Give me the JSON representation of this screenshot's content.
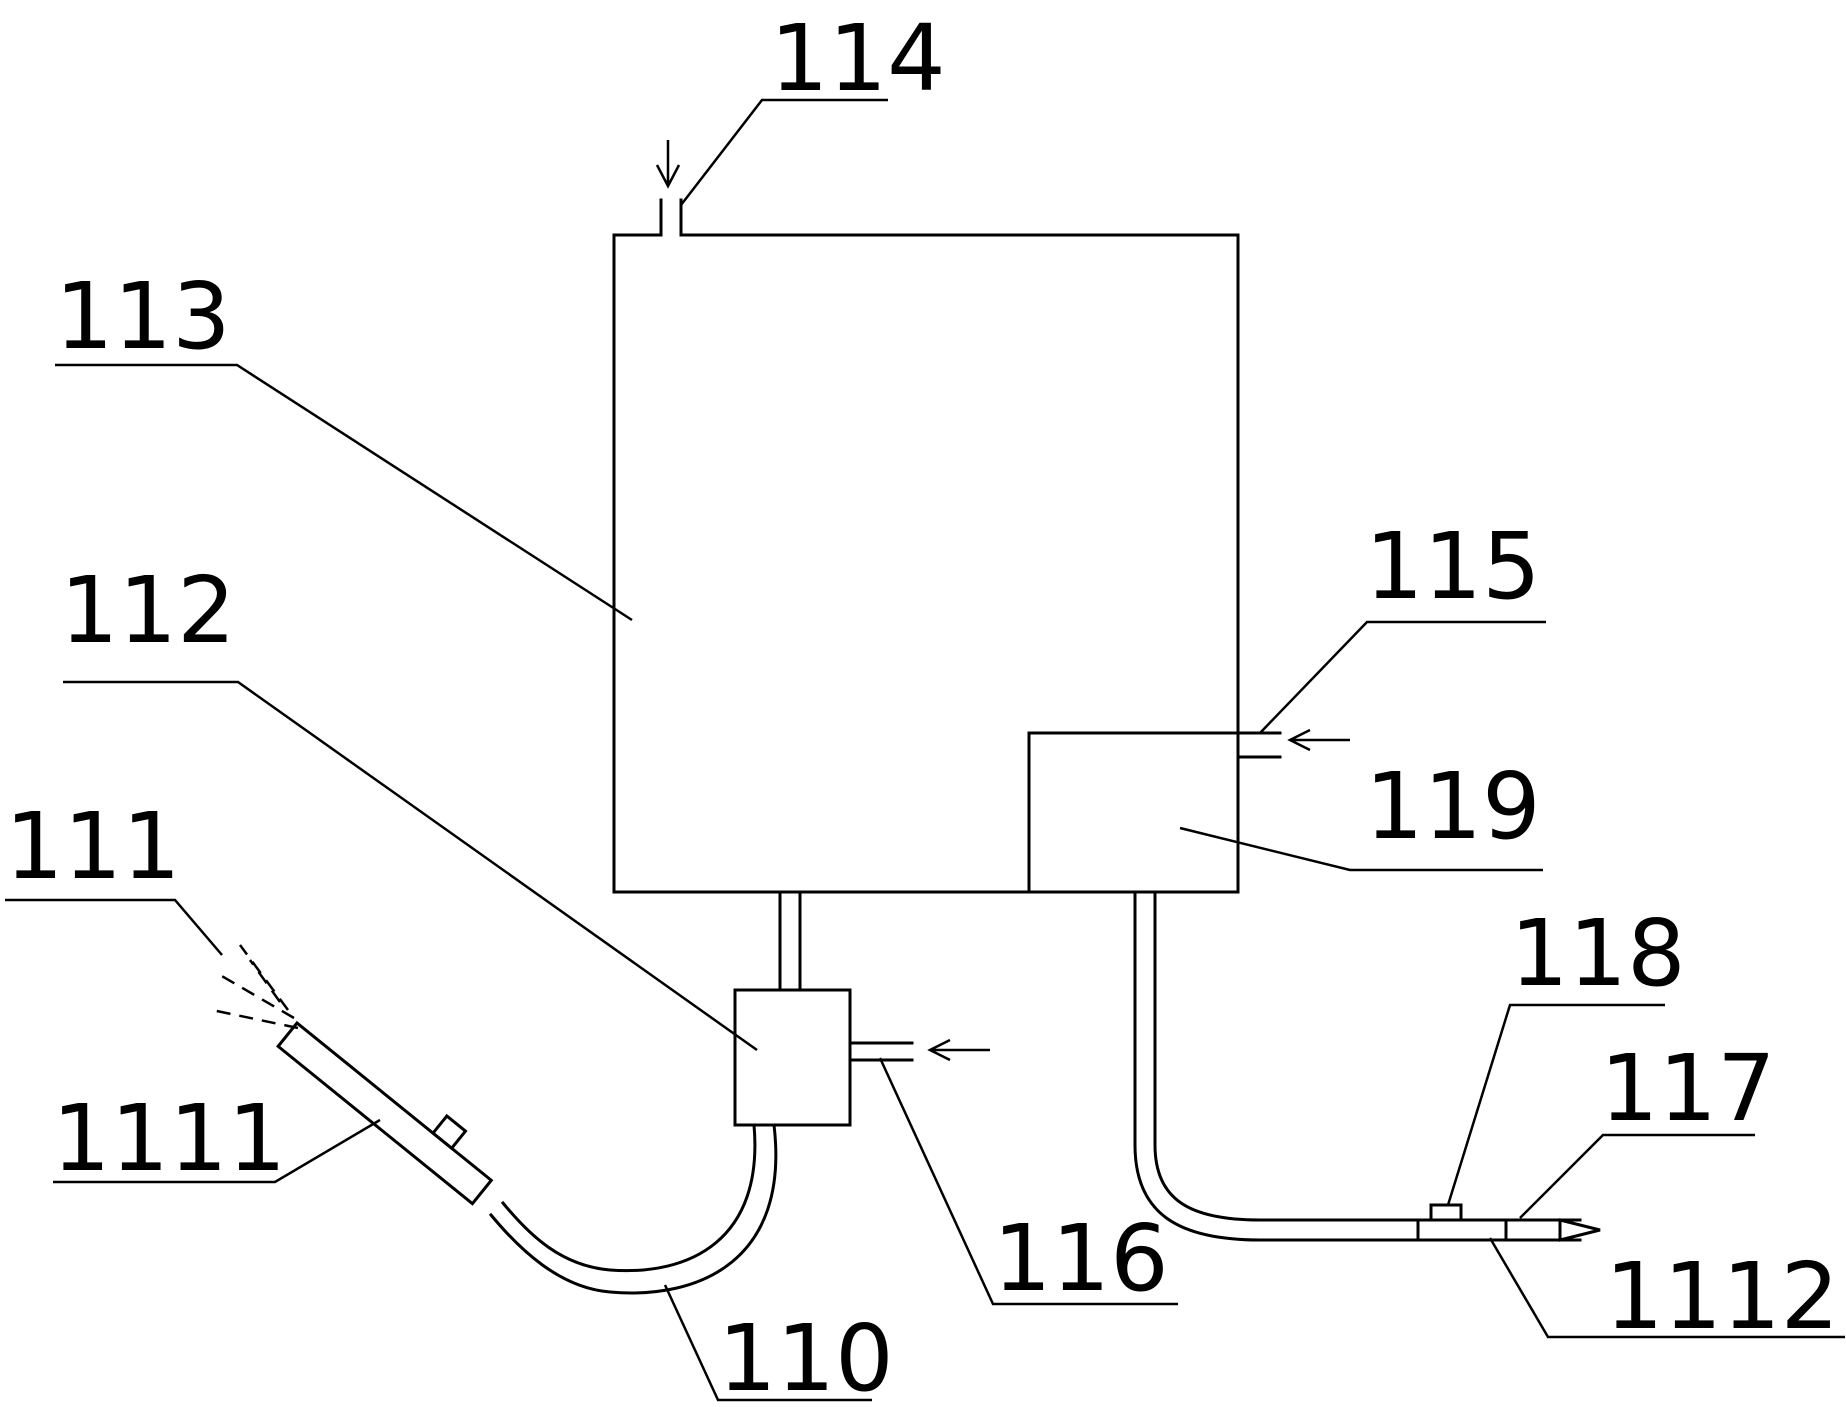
{
  "diagram": {
    "labels": {
      "l110": "110",
      "l111": "111",
      "l1111": "1111",
      "l1112": "1112",
      "l112": "112",
      "l113": "113",
      "l114": "114",
      "l115": "115",
      "l116": "116",
      "l117": "117",
      "l118": "118",
      "l119": "119"
    }
  }
}
